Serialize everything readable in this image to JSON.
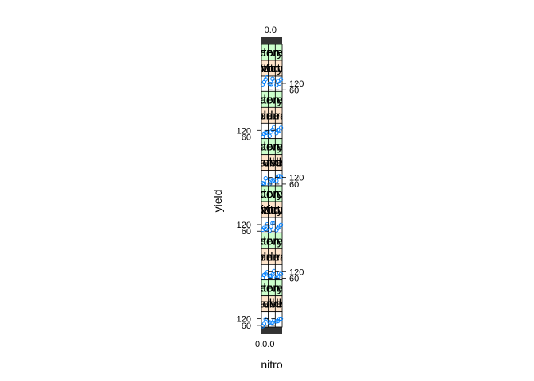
{
  "chart_data": {
    "type": "scatter",
    "xlabel": "nitro",
    "ylabel": "yield",
    "x_tick_labels": [
      "0.0",
      "0.0",
      "0.0"
    ],
    "y_tick_labels": [
      "60",
      "120"
    ],
    "ylim": [
      45,
      185
    ],
    "panel_rows": 6,
    "panel_cols": 3,
    "strip_labels": {
      "replicate": [
        "Victory",
        "Victory",
        "Victory",
        "Golden.rain",
        "Golden.rain",
        "Golden.rain",
        "Marvellous",
        "Marvellous",
        "Marvellous",
        "Victory",
        "Victory",
        "Victory",
        "Golden.rain",
        "Golden.rain",
        "Golden.rain",
        "Marvellous",
        "Marvellous",
        "Marvellous"
      ],
      "variety": [
        "Victory",
        "Golden.rain",
        "Marvellous"
      ]
    },
    "colors": {
      "strip_top": "#ccffcc",
      "strip_bottom": "#ffe5cc",
      "points": "#0080ff",
      "frame": "#000000"
    },
    "series": [
      {
        "values": [
          [
            0.0,
            111
          ],
          [
            0.2,
            130
          ],
          [
            0.4,
            157
          ],
          [
            0.6,
            174
          ]
        ]
      },
      {
        "values": [
          [
            0.0,
            117
          ],
          [
            0.2,
            114
          ],
          [
            0.4,
            161
          ],
          [
            0.6,
            141
          ]
        ]
      },
      {
        "values": [
          [
            0.0,
            105
          ],
          [
            0.2,
            140
          ],
          [
            0.4,
            118
          ],
          [
            0.6,
            156
          ]
        ]
      },
      {
        "values": [
          [
            0.0,
            61
          ],
          [
            0.2,
            91
          ],
          [
            0.4,
            97
          ],
          [
            0.6,
            100
          ]
        ]
      },
      {
        "values": [
          [
            0.0,
            70
          ],
          [
            0.2,
            108
          ],
          [
            0.4,
            126
          ],
          [
            0.6,
            149
          ]
        ]
      },
      {
        "values": [
          [
            0.0,
            96
          ],
          [
            0.2,
            124
          ],
          [
            0.4,
            121
          ],
          [
            0.6,
            144
          ]
        ]
      },
      {
        "values": [
          [
            0.0,
            68
          ],
          [
            0.2,
            64
          ],
          [
            0.4,
            112
          ],
          [
            0.6,
            86
          ]
        ]
      },
      {
        "values": [
          [
            0.0,
            60
          ],
          [
            0.2,
            102
          ],
          [
            0.4,
            89
          ],
          [
            0.6,
            96
          ]
        ]
      },
      {
        "values": [
          [
            0.0,
            89
          ],
          [
            0.2,
            129
          ],
          [
            0.4,
            132
          ],
          [
            0.6,
            124
          ]
        ]
      },
      {
        "values": [
          [
            0.0,
            74
          ],
          [
            0.2,
            89
          ],
          [
            0.4,
            81
          ],
          [
            0.6,
            122
          ]
        ]
      },
      {
        "values": [
          [
            0.0,
            64
          ],
          [
            0.2,
            103
          ],
          [
            0.4,
            132
          ],
          [
            0.6,
            133
          ]
        ]
      },
      {
        "values": [
          [
            0.0,
            70
          ],
          [
            0.2,
            89
          ],
          [
            0.4,
            104
          ],
          [
            0.6,
            117
          ]
        ]
      },
      {
        "values": [
          [
            0.0,
            62
          ],
          [
            0.2,
            90
          ],
          [
            0.4,
            100
          ],
          [
            0.6,
            116
          ]
        ]
      },
      {
        "values": [
          [
            0.0,
            80
          ],
          [
            0.2,
            82
          ],
          [
            0.4,
            94
          ],
          [
            0.6,
            126
          ]
        ]
      },
      {
        "values": [
          [
            0.0,
            63
          ],
          [
            0.2,
            70
          ],
          [
            0.4,
            109
          ],
          [
            0.6,
            99
          ]
        ]
      },
      {
        "values": [
          [
            0.0,
            53
          ],
          [
            0.2,
            74
          ],
          [
            0.4,
            118
          ],
          [
            0.6,
            113
          ]
        ]
      },
      {
        "values": [
          [
            0.0,
            89
          ],
          [
            0.2,
            82
          ],
          [
            0.4,
            86
          ],
          [
            0.6,
            104
          ]
        ]
      },
      {
        "values": [
          [
            0.0,
            97
          ],
          [
            0.2,
            99
          ],
          [
            0.4,
            119
          ],
          [
            0.6,
            121
          ]
        ]
      }
    ]
  }
}
